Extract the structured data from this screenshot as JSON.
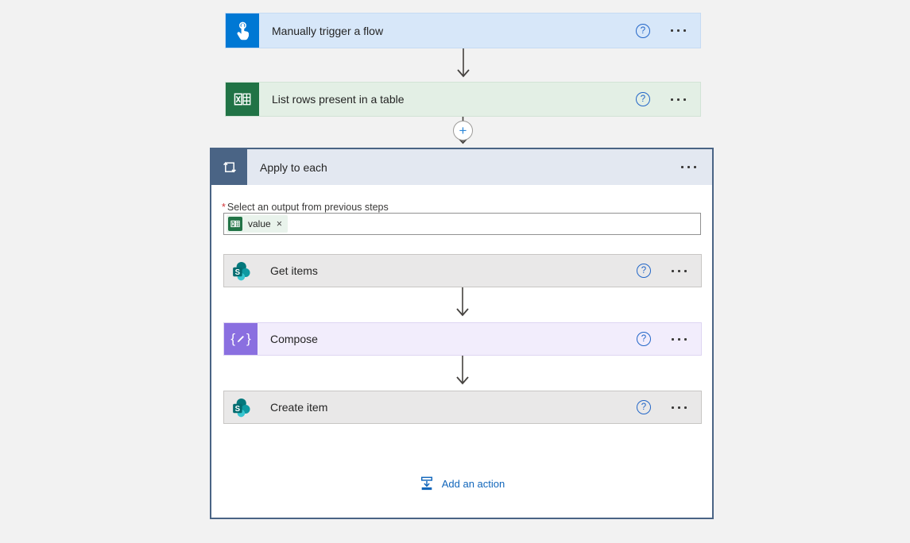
{
  "colors": {
    "canvas_bg": "#f2f2f2",
    "trigger_bg": "#d7e7f9",
    "trigger_icon_bg": "#0078d4",
    "excel_bg": "#e3efe5",
    "excel_green": "#217346",
    "scope_border": "#4a6485",
    "scope_header_bg": "#e3e8f1",
    "action_gray_bg": "#e9e8e8",
    "compose_bg": "#f2edfc",
    "compose_icon_purple": "#8a6fe0",
    "sharepoint_teal_dark": "#036c70",
    "sharepoint_teal_mid": "#0e9aa2",
    "sharepoint_teal_light": "#37c6d0",
    "help_blue": "#2266c8",
    "link_blue": "#1166bb",
    "required_red": "#d13438",
    "connector_gray": "#45423f"
  },
  "trigger": {
    "title": "Manually trigger a flow"
  },
  "excel_step": {
    "title": "List rows present in a table"
  },
  "scope": {
    "title": "Apply to each",
    "required_marker": "*",
    "field_label": "Select an output from previous steps",
    "selected_output": {
      "label": "value",
      "remove_glyph": "×"
    },
    "steps": [
      {
        "title": "Get items"
      },
      {
        "title": "Compose"
      },
      {
        "title": "Create item"
      }
    ],
    "add_action_label": "Add an action"
  },
  "glyphs": {
    "help": "?",
    "plus": "+",
    "brace_open": "{",
    "brace_close": "}",
    "sharepoint_letter": "S"
  }
}
